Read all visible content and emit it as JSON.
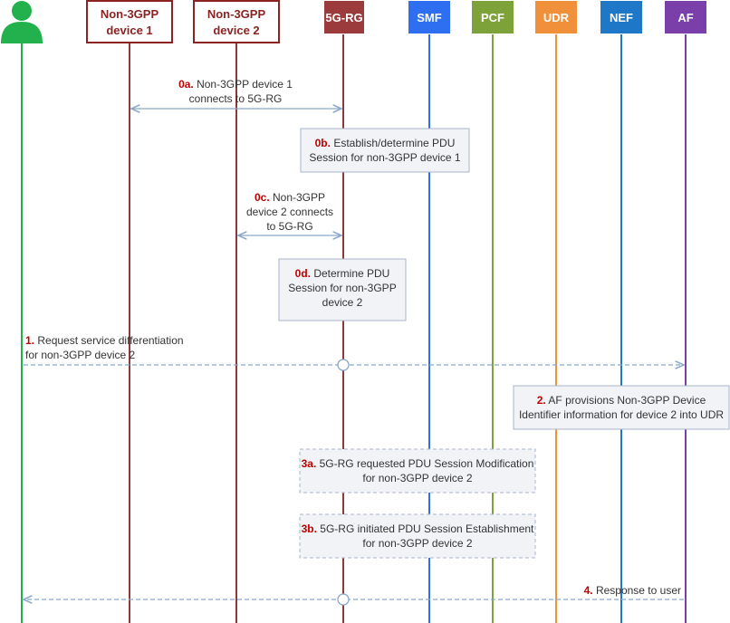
{
  "colors": {
    "user": "#22b14c",
    "device": "#8b2323",
    "rg": "#8b3a3a",
    "smf": "#2e6ff2",
    "pcf": "#7ea23a",
    "udr": "#f0903a",
    "nef": "#1f77c8",
    "af": "#7a3fa8",
    "arrow": "#8aa6c8",
    "step_number": "#c00000",
    "box_fill": "#f1f3f7",
    "box_border": "#a7b4cc"
  },
  "participants": [
    {
      "id": "user",
      "label": "",
      "icon": "user-icon"
    },
    {
      "id": "dev1",
      "line1": "Non-3GPP",
      "line2": "device 1"
    },
    {
      "id": "dev2",
      "line1": "Non-3GPP",
      "line2": "device 2"
    },
    {
      "id": "rg",
      "label": "5G-RG"
    },
    {
      "id": "smf",
      "label": "SMF"
    },
    {
      "id": "pcf",
      "label": "PCF"
    },
    {
      "id": "udr",
      "label": "UDR"
    },
    {
      "id": "nef",
      "label": "NEF"
    },
    {
      "id": "af",
      "label": "AF"
    }
  ],
  "steps": {
    "s0a": {
      "num": "0a.",
      "line1": "Non-3GPP device 1",
      "line2": "connects to 5G-RG"
    },
    "s0b": {
      "num": "0b.",
      "line1": "Establish/determine PDU",
      "line2": "Session for non-3GPP device 1"
    },
    "s0c": {
      "num": "0c.",
      "line1": "Non-3GPP",
      "line2": "device 2 connects",
      "line3": "to 5G-RG"
    },
    "s0d": {
      "num": "0d.",
      "line1": "Determine PDU",
      "line2": "Session for non-3GPP",
      "line3": "device 2"
    },
    "s1": {
      "num": "1.",
      "line1": "Request service differentiation",
      "line2": "for non-3GPP device 2"
    },
    "s2": {
      "num": "2.",
      "line1": "AF provisions Non-3GPP Device",
      "line2": "Identifier information for device 2 into UDR"
    },
    "s3a": {
      "num": "3a.",
      "line1": "5G-RG requested PDU Session Modification",
      "line2": "for non-3GPP device 2"
    },
    "s3b": {
      "num": "3b.",
      "line1": "5G-RG initiated PDU Session Establishment",
      "line2": "for non-3GPP device 2"
    },
    "s4": {
      "num": "4.",
      "line1": "Response to user"
    }
  }
}
